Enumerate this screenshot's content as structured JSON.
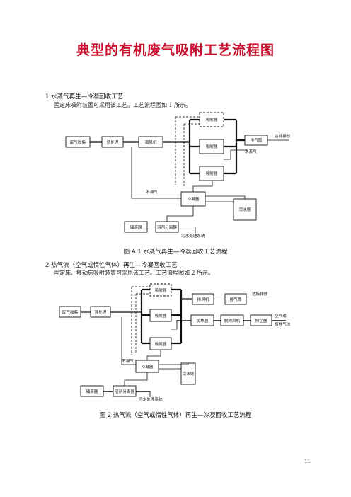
{
  "title": "典型的有机废气吸附工艺流程图",
  "section1": {
    "heading": "1  水蒸气再生—冷凝回收工艺",
    "text": "固定床吸附装置可采用该工艺。工艺流程图如 1 所示。"
  },
  "figure1": {
    "labels": {
      "gas_collect": "废气收集",
      "pretreat": "预处理",
      "fan": "温风机",
      "adsorber_top": "吸附器",
      "adsorber_mid": "吸附器",
      "adsorber_bot": "吸附器",
      "stack": "排气筒",
      "discharge": "达标排放",
      "steam": "水蒸气",
      "noncond": "不凝气",
      "condenser": "冷凝器",
      "cooling_tower": "凉水塔",
      "storage": "储液器",
      "separator": "溶剂分离器",
      "wastewater": "污水处理系统"
    },
    "caption": "图 A.1  水蒸气再生—冷凝回收工艺流程"
  },
  "section2": {
    "heading": "2  热气流（空气或惰性气体）再生—冷凝回收工艺",
    "text": "固定床、移动床吸附装置可采用该工艺。工艺流程图如 2 所示。"
  },
  "figure2": {
    "labels": {
      "gas_collect": "废气收集",
      "pretreat": "预处理",
      "adsorber_top": "吸附器",
      "adsorber_mid": "吸附器",
      "adsorber_bot": "吸附器",
      "main_fan": "排风机",
      "stack": "排气筒",
      "discharge": "达标排放",
      "heater": "加热器",
      "desorb_fan": "脱附风机",
      "dust": "除尘器",
      "air_or_inert_1": "空气或",
      "air_or_inert_2": "惰性气体",
      "noncond": "不凝气",
      "condenser": "冷凝器",
      "cooling_tower": "凉水塔",
      "storage": "储液器",
      "separator": "溶剂分离器",
      "wastewater": "污水处理系统"
    },
    "caption": "图 2  热气流（空气或惰性气体）再生—冷凝回收工艺流程"
  },
  "page_number": "11"
}
